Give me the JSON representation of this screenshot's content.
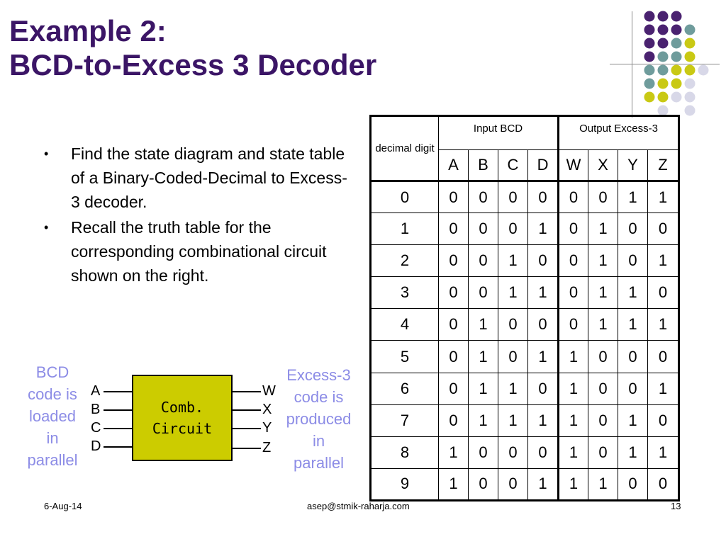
{
  "slide": {
    "title_line1": "Example 2:",
    "title_line2": "BCD-to-Excess 3 Decoder",
    "bullets": [
      "Find the state diagram and state table  of a Binary-Coded-Decimal to Excess-3 decoder.",
      "Recall the truth table for the corresponding combinational circuit shown on the right."
    ],
    "bullet_glyph": "•"
  },
  "table": {
    "decimal_header": "decimal digit",
    "input_header": "Input BCD",
    "output_header": "Output Excess-3",
    "input_bits": [
      "A",
      "B",
      "C",
      "D"
    ],
    "output_bits": [
      "W",
      "X",
      "Y",
      "Z"
    ],
    "rows": [
      {
        "digit": "0",
        "inputs": [
          "0",
          "0",
          "0",
          "0"
        ],
        "outputs": [
          "0",
          "0",
          "1",
          "1"
        ]
      },
      {
        "digit": "1",
        "inputs": [
          "0",
          "0",
          "0",
          "1"
        ],
        "outputs": [
          "0",
          "1",
          "0",
          "0"
        ]
      },
      {
        "digit": "2",
        "inputs": [
          "0",
          "0",
          "1",
          "0"
        ],
        "outputs": [
          "0",
          "1",
          "0",
          "1"
        ]
      },
      {
        "digit": "3",
        "inputs": [
          "0",
          "0",
          "1",
          "1"
        ],
        "outputs": [
          "0",
          "1",
          "1",
          "0"
        ]
      },
      {
        "digit": "4",
        "inputs": [
          "0",
          "1",
          "0",
          "0"
        ],
        "outputs": [
          "0",
          "1",
          "1",
          "1"
        ]
      },
      {
        "digit": "5",
        "inputs": [
          "0",
          "1",
          "0",
          "1"
        ],
        "outputs": [
          "1",
          "0",
          "0",
          "0"
        ]
      },
      {
        "digit": "6",
        "inputs": [
          "0",
          "1",
          "1",
          "0"
        ],
        "outputs": [
          "1",
          "0",
          "0",
          "1"
        ]
      },
      {
        "digit": "7",
        "inputs": [
          "0",
          "1",
          "1",
          "1"
        ],
        "outputs": [
          "1",
          "0",
          "1",
          "0"
        ]
      },
      {
        "digit": "8",
        "inputs": [
          "1",
          "0",
          "0",
          "0"
        ],
        "outputs": [
          "1",
          "0",
          "1",
          "1"
        ]
      },
      {
        "digit": "9",
        "inputs": [
          "1",
          "0",
          "0",
          "1"
        ],
        "outputs": [
          "1",
          "1",
          "0",
          "0"
        ]
      }
    ]
  },
  "diagram": {
    "left_caption": [
      "BCD",
      "code is",
      "loaded",
      "in",
      "parallel"
    ],
    "right_caption": [
      "Excess-3",
      "code is",
      "produced",
      "in",
      "parallel"
    ],
    "box_label": [
      "Comb.",
      "Circuit"
    ],
    "inputs": [
      "A",
      "B",
      "C",
      "D"
    ],
    "outputs": [
      "W",
      "X",
      "Y",
      "Z"
    ],
    "box_color": "#cccc00",
    "caption_color": "#8c8ce6"
  },
  "footer": {
    "date": "6-Aug-14",
    "email": "asep@stmik-raharja.com",
    "page": "13"
  },
  "theme": {
    "title_color": "#3b1566",
    "dot_purple": "#4a2270",
    "dot_teal": "#6f9c9c",
    "dot_yellow": "#c9c914",
    "dot_lilac": "#d8d8e8"
  }
}
